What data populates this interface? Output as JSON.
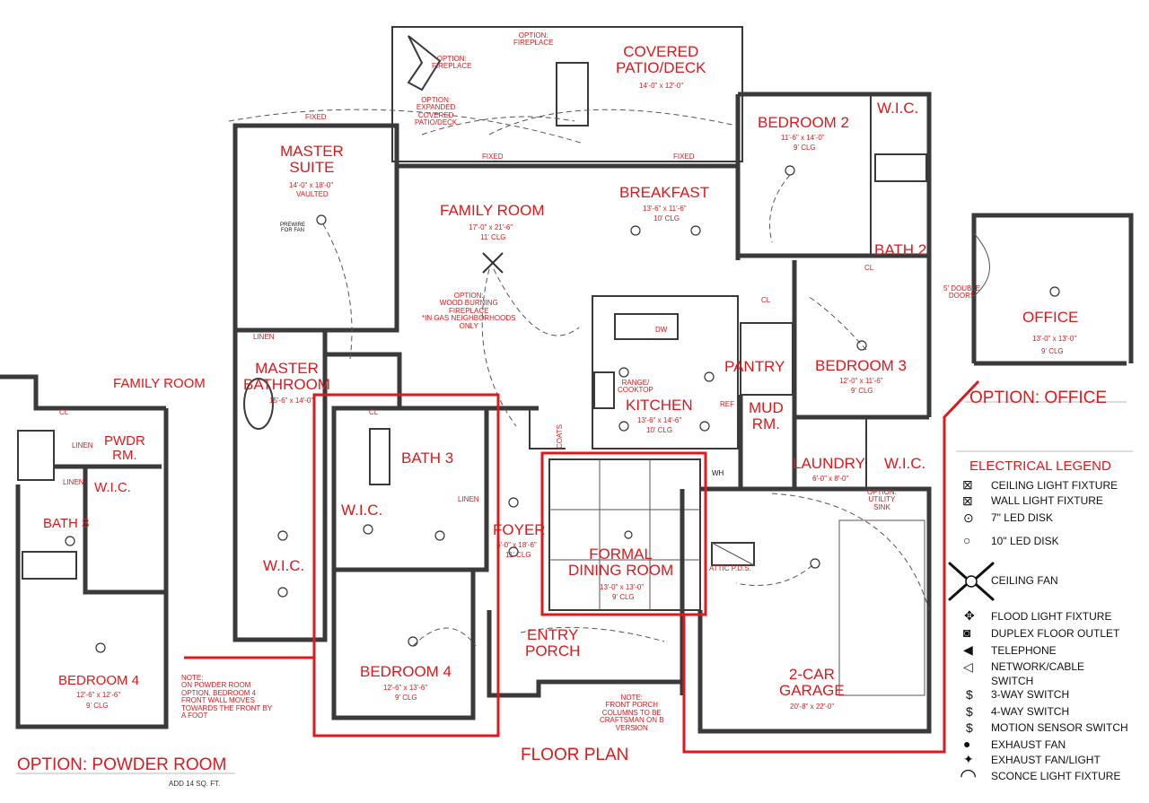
{
  "rooms": {
    "covered_patio": {
      "name": "COVERED\nPATIO/DECK",
      "dims": "14'-0\" x 12'-0\""
    },
    "master_suite": {
      "name": "MASTER\nSUITE",
      "dims": "14'-0\" x 18'-0\"",
      "clg": "VAULTED"
    },
    "family_room": {
      "name": "FAMILY ROOM",
      "dims": "17'-0\" x 21'-6\"",
      "clg": "11' CLG"
    },
    "breakfast": {
      "name": "BREAKFAST",
      "dims": "13'-6\" x 11'-6\"",
      "clg": "10' CLG"
    },
    "bedroom2": {
      "name": "BEDROOM 2",
      "dims": "11'-6\" x 14'-0\"",
      "clg": "9' CLG"
    },
    "wic_top": {
      "name": "W.I.C."
    },
    "bath2": {
      "name": "BATH 2"
    },
    "office": {
      "name": "OFFICE",
      "dims": "13'-0\" x 13'-0\"",
      "clg": "9' CLG"
    },
    "bedroom3": {
      "name": "BEDROOM 3",
      "dims": "12'-0\" x 11'-6\"",
      "clg": "9' CLG"
    },
    "pantry": {
      "name": "PANTRY"
    },
    "kitchen": {
      "name": "KITCHEN",
      "dims": "13'-6\" x 14'-6\"",
      "clg": "10' CLG"
    },
    "mud_rm": {
      "name": "MUD\nRM."
    },
    "laundry": {
      "name": "LAUNDRY",
      "dims": "6'-0\" x 8'-0\""
    },
    "wic_laundry": {
      "name": "W.I.C."
    },
    "master_bath": {
      "name": "MASTER\nBATHROOM",
      "dims": "15'-6\" x 14'-0\""
    },
    "bath3": {
      "name": "BATH 3"
    },
    "wic_bath3": {
      "name": "W.I.C."
    },
    "wic_master": {
      "name": "W.I.C."
    },
    "foyer": {
      "name": "FOYER",
      "dims": "6'-0\" x 18'-6\"",
      "clg": "11' CLG"
    },
    "formal_dining": {
      "name": "FORMAL\nDINING ROOM",
      "dims": "13'-0\" x 13'-0\"",
      "clg": "9' CLG"
    },
    "entry_porch": {
      "name": "ENTRY\nPORCH"
    },
    "bedroom4": {
      "name": "BEDROOM 4",
      "dims": "12'-6\" x 13'-6\"",
      "clg": "9' CLG"
    },
    "garage": {
      "name": "2-CAR\nGARAGE",
      "dims": "20'-8\" x 22'-0\""
    },
    "pwdr_family": {
      "name": "FAMILY ROOM"
    },
    "pwdr": {
      "name": "PWDR\nRM."
    },
    "pwdr_bath3": {
      "name": "BATH 3"
    },
    "pwdr_wic": {
      "name": "W.I.C."
    },
    "pwdr_bedroom4": {
      "name": "BEDROOM 4",
      "dims": "12'-6\" x 12'-6\"",
      "clg": "9' CLG"
    }
  },
  "annotations": {
    "option_fireplace_patio": "OPTION:\nFIREPLACE",
    "option_fireplace_top": "OPTION:\nFIREPLACE",
    "option_expanded_patio": "OPTION:\nEXPANDED\nCOVERED\nPATIO/DECK",
    "option_fireplace_family": "OPTION:\nWOOD BURNING\nFIREPLACE\n*IN GAS NEIGHBORHOODS\nONLY",
    "prewire_fan": "PREWIRE\nFOR FAN",
    "fixed_1": "FIXED",
    "fixed_2": "FIXED",
    "fixed_3": "FIXED",
    "coats": "COATS",
    "range_cooktop": "RANGE/\nCOOKTOP",
    "dw": "DW",
    "ref": "REF",
    "linen_1": "LINEN",
    "linen_2": "LINEN",
    "cl_1": "CL",
    "cl_2": "CL",
    "cl_3": "CL",
    "option_utility_sink": "OPTION:\nUTILITY\nSINK",
    "attic_pds": "ATTIC P.D.S.",
    "wh": "WH",
    "double_doors": "5' DOUBLE\nDOORS",
    "note_powder": "NOTE:\nON POWDER ROOM\nOPTION, BEDROOM 4\nFRONT WALL MOVES\nTOWARDS THE FRONT BY\nA FOOT",
    "note_porch": "NOTE:\nFRONT PORCH\nCOLUMNS TO BE\nCRAFTSMAN ON B\nVERSION",
    "pwdr_linen_1": "LINEN",
    "pwdr_linen_2": "LINEN",
    "pwdr_cl": "CL"
  },
  "titles": {
    "option_office": "OPTION: OFFICE",
    "floor_plan": "FLOOR PLAN",
    "option_powder": "OPTION: POWDER ROOM",
    "powder_sqft": "ADD 14 SQ. FT."
  },
  "legend": {
    "title": "ELECTRICAL LEGEND",
    "items": [
      {
        "icon": "ceiling-light-icon",
        "label": "CEILING LIGHT FIXTURE"
      },
      {
        "icon": "wall-light-icon",
        "label": "WALL LIGHT FIXTURE"
      },
      {
        "icon": "led-disk-7-icon",
        "label": "7\" LED DISK"
      },
      {
        "icon": "led-disk-10-icon",
        "label": "10\" LED DISK"
      },
      {
        "icon": "ceiling-fan-icon",
        "label": "CEILING FAN"
      },
      {
        "icon": "flood-light-icon",
        "label": "FLOOD LIGHT FIXTURE"
      },
      {
        "icon": "duplex-outlet-icon",
        "label": "DUPLEX FLOOR OUTLET"
      },
      {
        "icon": "telephone-icon",
        "label": "TELEPHONE"
      },
      {
        "icon": "network-switch-icon",
        "label": "NETWORK/CABLE\nSWITCH"
      },
      {
        "icon": "three-way-switch-icon",
        "label": "3-WAY SWITCH"
      },
      {
        "icon": "four-way-switch-icon",
        "label": "4-WAY SWITCH"
      },
      {
        "icon": "motion-switch-icon",
        "label": "MOTION SENSOR SWITCH"
      },
      {
        "icon": "exhaust-fan-icon",
        "label": "EXHAUST FAN"
      },
      {
        "icon": "exhaust-fan-light-icon",
        "label": "EXHAUST FAN/LIGHT"
      },
      {
        "icon": "sconce-light-icon",
        "label": "SCONCE LIGHT FIXTURE"
      }
    ]
  },
  "colors": {
    "accent": "#e0181b",
    "wall": "#3a3a3a"
  }
}
